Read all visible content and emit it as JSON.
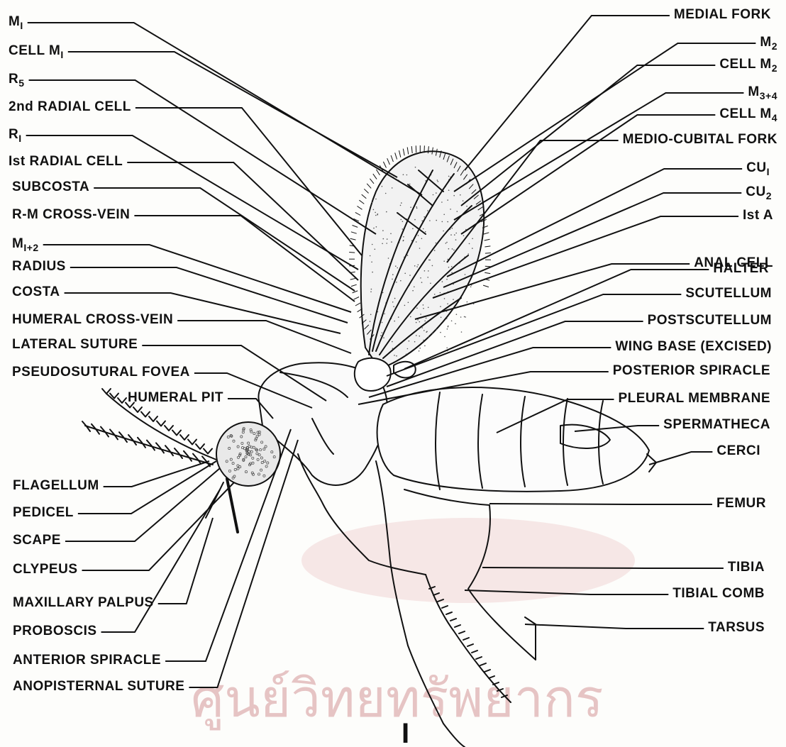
{
  "figure_number": "I",
  "watermark": "ศูนย์วิทยทรัพยากร",
  "colors": {
    "ink": "#111111",
    "watermark": "#e6c4c4",
    "wing_fill": "#f2f2f2"
  },
  "labels_left": [
    {
      "id": "m1",
      "text": "M",
      "sub": "I"
    },
    {
      "id": "cell-m1",
      "text": "CELL M",
      "sub": "I"
    },
    {
      "id": "r5",
      "text": "R",
      "sub": "5"
    },
    {
      "id": "second-radial-cell",
      "text": "2nd RADIAL CELL",
      "sub": ""
    },
    {
      "id": "r1",
      "text": "R",
      "sub": "I"
    },
    {
      "id": "first-radial-cell",
      "text": "Ist RADIAL CELL",
      "sub": ""
    },
    {
      "id": "subcosta",
      "text": "SUBCOSTA",
      "sub": ""
    },
    {
      "id": "r-m-cross-vein",
      "text": "R-M CROSS-VEIN",
      "sub": ""
    },
    {
      "id": "m1-2",
      "text": "M",
      "sub": "I+2"
    },
    {
      "id": "radius",
      "text": "RADIUS",
      "sub": ""
    },
    {
      "id": "costa",
      "text": "COSTA",
      "sub": ""
    },
    {
      "id": "humeral-cross-vein",
      "text": "HUMERAL CROSS-VEIN",
      "sub": ""
    },
    {
      "id": "lateral-suture",
      "text": "LATERAL SUTURE",
      "sub": ""
    },
    {
      "id": "pseudosutural-fovea",
      "text": "PSEUDOSUTURAL FOVEA",
      "sub": ""
    },
    {
      "id": "humeral-pit",
      "text": "HUMERAL PIT",
      "sub": ""
    },
    {
      "id": "flagellum",
      "text": "FLAGELLUM",
      "sub": ""
    },
    {
      "id": "pedicel",
      "text": "PEDICEL",
      "sub": ""
    },
    {
      "id": "scape",
      "text": "SCAPE",
      "sub": ""
    },
    {
      "id": "clypeus",
      "text": "CLYPEUS",
      "sub": ""
    },
    {
      "id": "maxillary-palpus",
      "text": "MAXILLARY PALPUS",
      "sub": ""
    },
    {
      "id": "proboscis",
      "text": "PROBOSCIS",
      "sub": ""
    },
    {
      "id": "anterior-spiracle",
      "text": "ANTERIOR SPIRACLE",
      "sub": ""
    },
    {
      "id": "anopisternal-suture",
      "text": "ANOPISTERNAL SUTURE",
      "sub": ""
    }
  ],
  "labels_right": [
    {
      "id": "medial-fork",
      "text": "MEDIAL FORK",
      "sub": ""
    },
    {
      "id": "m2",
      "text": "M",
      "sub": "2"
    },
    {
      "id": "cell-m2",
      "text": "CELL M",
      "sub": "2"
    },
    {
      "id": "m3-4",
      "text": "M",
      "sub": "3+4"
    },
    {
      "id": "cell-m4",
      "text": "CELL M",
      "sub": "4"
    },
    {
      "id": "medio-cubital-fork",
      "text": "MEDIO-CUBITAL FORK",
      "sub": ""
    },
    {
      "id": "cu1",
      "text": "CU",
      "sub": "I"
    },
    {
      "id": "cu2",
      "text": "CU",
      "sub": "2"
    },
    {
      "id": "first-a",
      "text": "Ist A",
      "sub": ""
    },
    {
      "id": "anal-cell",
      "text": "ANAL CELL",
      "sub": ""
    },
    {
      "id": "halter",
      "text": "HALTER",
      "sub": ""
    },
    {
      "id": "scutellum",
      "text": "SCUTELLUM",
      "sub": ""
    },
    {
      "id": "postscutellum",
      "text": "POSTSCUTELLUM",
      "sub": ""
    },
    {
      "id": "wing-base",
      "text": "WING BASE (EXCISED)",
      "sub": ""
    },
    {
      "id": "posterior-spiracle",
      "text": "POSTERIOR SPIRACLE",
      "sub": ""
    },
    {
      "id": "pleural-membrane",
      "text": "PLEURAL MEMBRANE",
      "sub": ""
    },
    {
      "id": "spermatheca",
      "text": "SPERMATHECA",
      "sub": ""
    },
    {
      "id": "cerci",
      "text": "CERCI",
      "sub": ""
    },
    {
      "id": "femur",
      "text": "FEMUR",
      "sub": ""
    },
    {
      "id": "tibia",
      "text": "TIBIA",
      "sub": ""
    },
    {
      "id": "tibial-comb",
      "text": "TIBIAL COMB",
      "sub": ""
    },
    {
      "id": "tarsus",
      "text": "TARSUS",
      "sub": ""
    }
  ]
}
